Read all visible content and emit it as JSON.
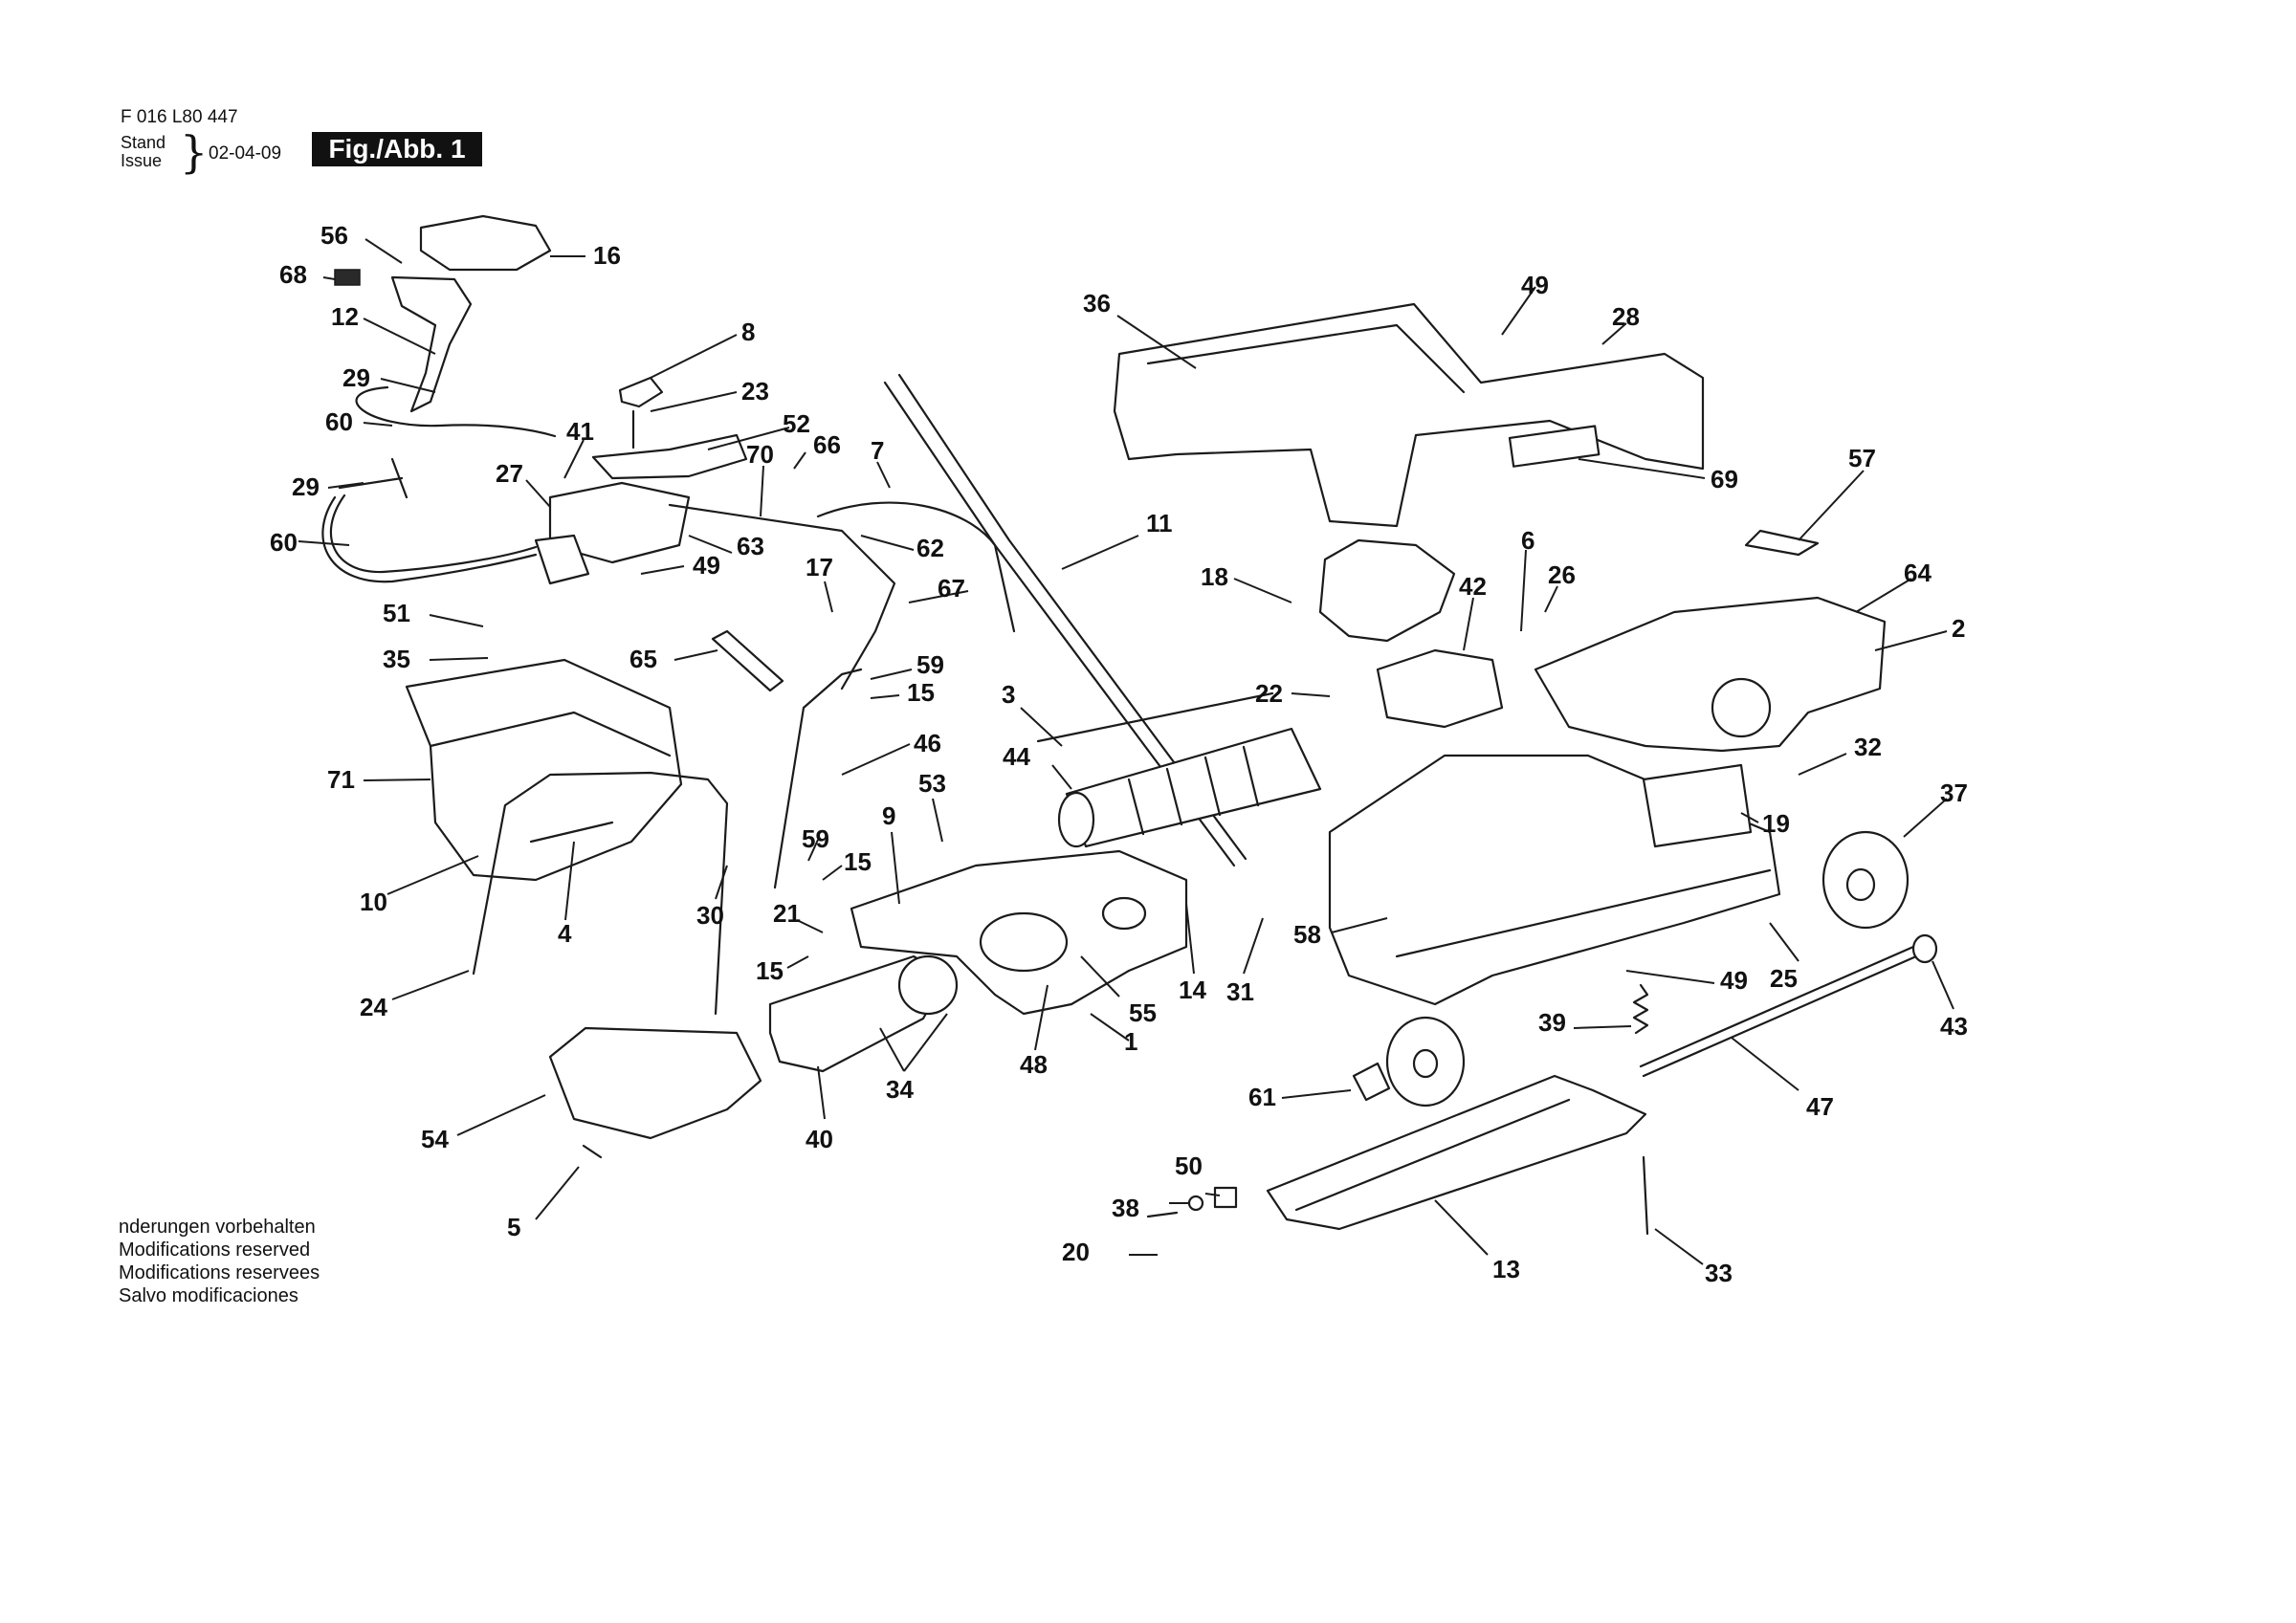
{
  "header": {
    "doc_number": "F 016 L80 447",
    "stand_label": "Stand",
    "issue_label": "Issue",
    "date": "02-04-09",
    "figure_label": "Fig./Abb. 1"
  },
  "notes": [
    "nderungen vorbehalten",
    "Modifications reserved",
    "Modifications reservees",
    "Salvo modificaciones"
  ],
  "part_labels": [
    "56",
    "16",
    "68",
    "12",
    "29",
    "60",
    "8",
    "23",
    "41",
    "52",
    "70",
    "66",
    "7",
    "27",
    "29",
    "60",
    "49",
    "63",
    "62",
    "17",
    "67",
    "51",
    "35",
    "65",
    "59",
    "15",
    "11",
    "18",
    "42",
    "6",
    "26",
    "22",
    "3",
    "46",
    "44",
    "71",
    "10",
    "4",
    "9",
    "53",
    "59",
    "15",
    "30",
    "21",
    "15",
    "24",
    "36",
    "49",
    "28",
    "69",
    "57",
    "64",
    "2",
    "32",
    "19",
    "37",
    "58",
    "14",
    "31",
    "25",
    "49",
    "39",
    "43",
    "55",
    "48",
    "1",
    "34",
    "40",
    "54",
    "5",
    "61",
    "47",
    "50",
    "38",
    "20",
    "13",
    "33"
  ]
}
